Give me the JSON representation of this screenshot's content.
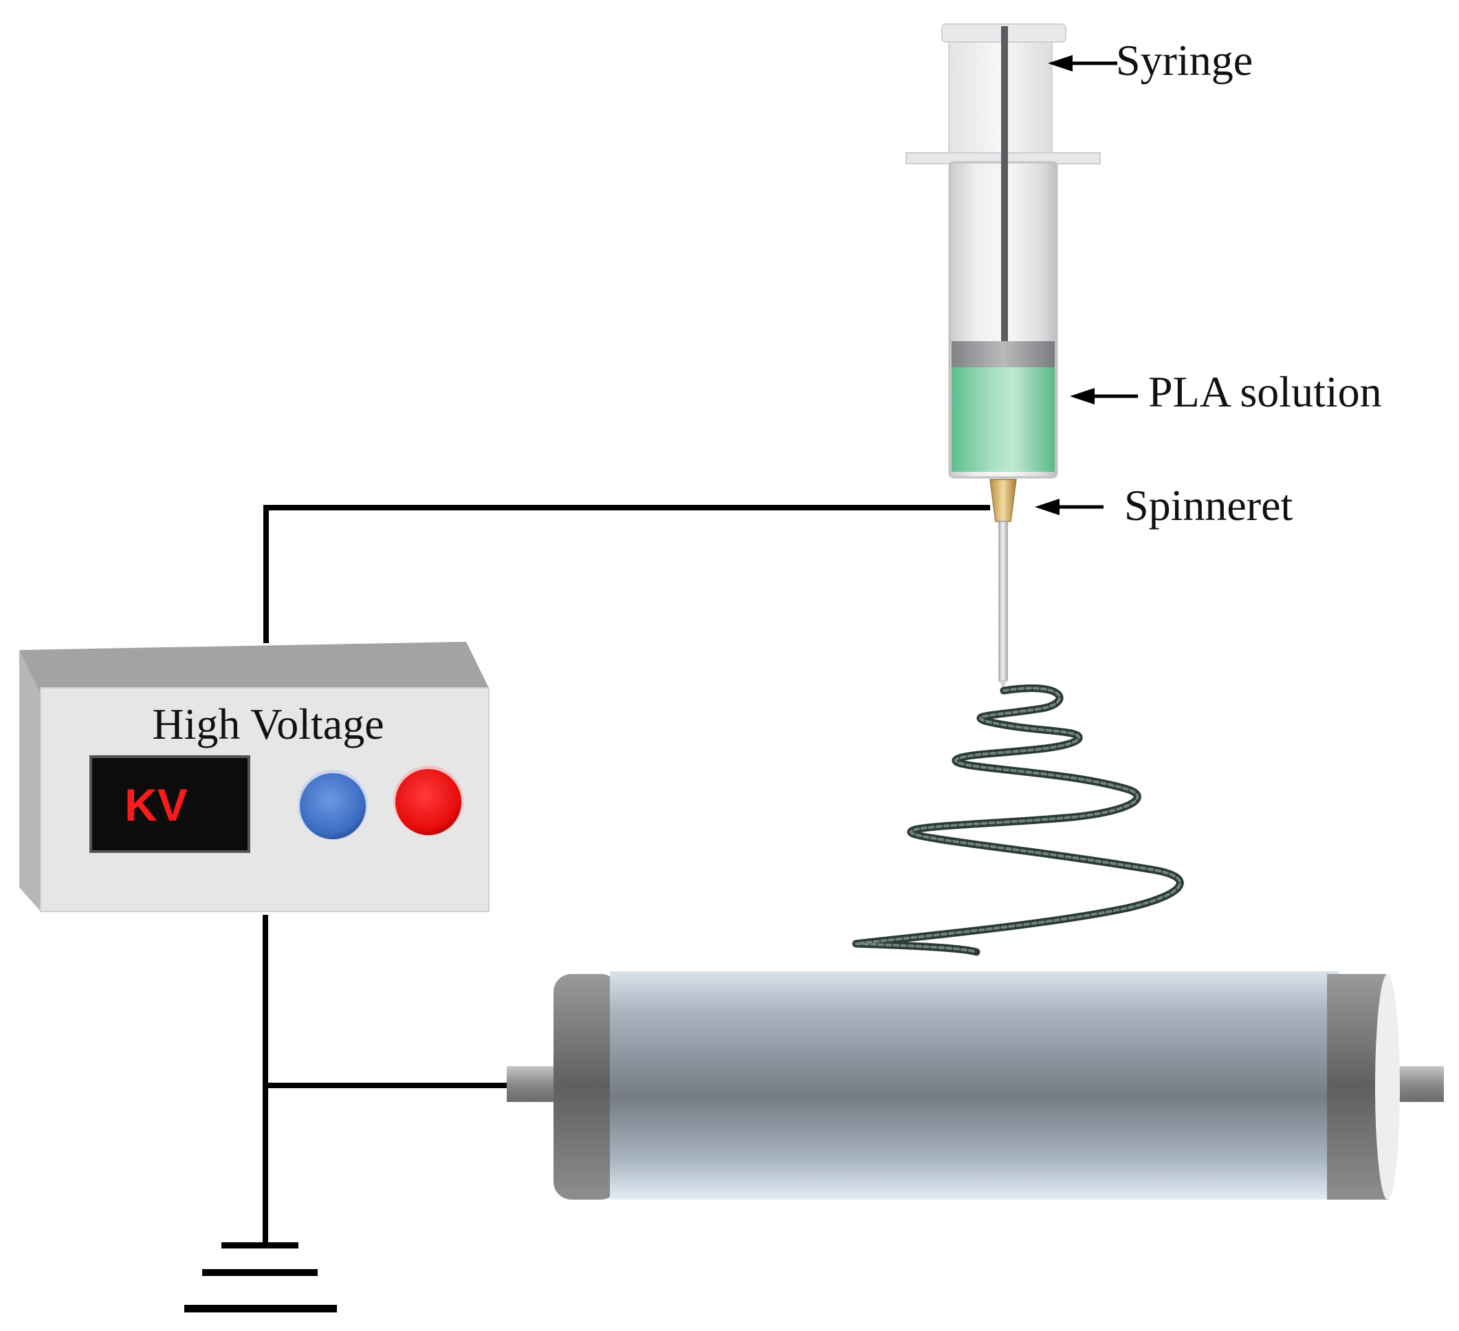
{
  "labels": {
    "syringe": "Syringe",
    "pla_solution": "PLA solution",
    "spinneret": "Spinneret"
  },
  "power_supply": {
    "title": "High Voltage",
    "display_text": "KV"
  },
  "colors": {
    "wire": "#000000",
    "solution": "#7fcfa6",
    "display_bg": "#0c0c0c",
    "display_text": "#ff1a1a",
    "button_blue": "#3f72c8",
    "button_red": "#e80b0b",
    "fiber_jet": "#3d5248",
    "collector": "#8f98a1"
  }
}
